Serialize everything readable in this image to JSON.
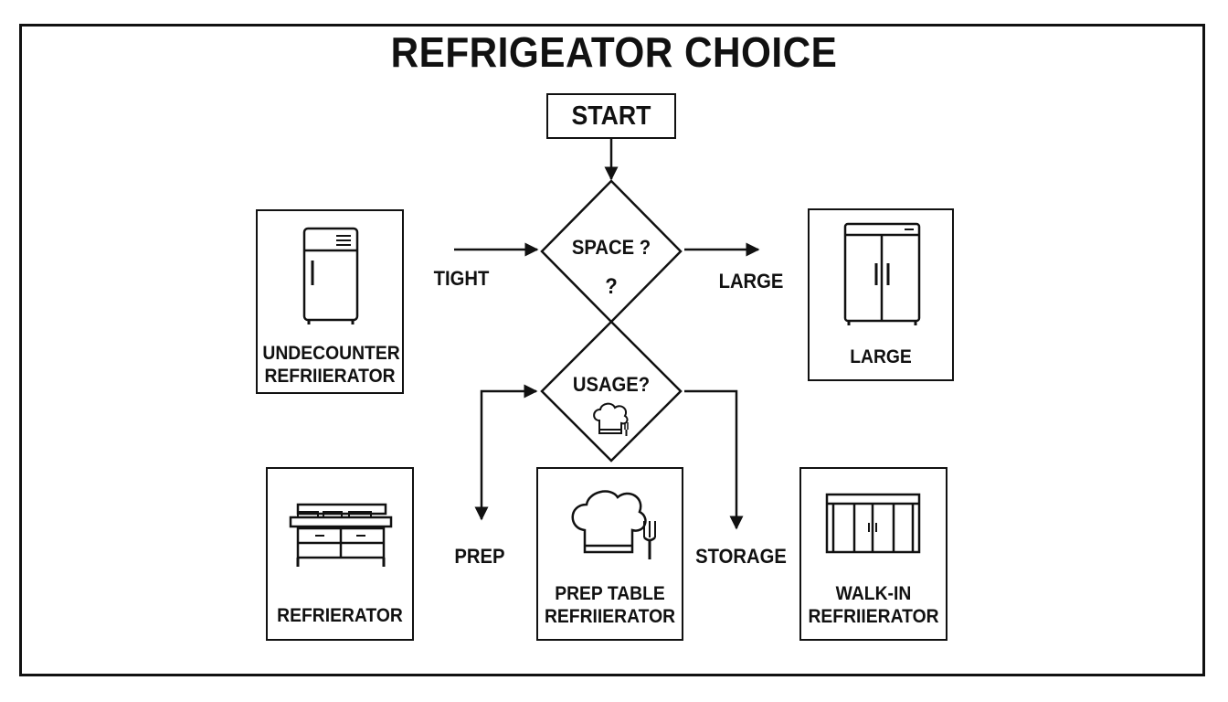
{
  "title": "REFRIGEATOR CHOICE",
  "start": "START",
  "decisions": {
    "space": {
      "label": "SPACE ?",
      "mark": "?"
    },
    "usage": {
      "label": "USAGE?"
    }
  },
  "edges": {
    "tight": "TIGHT",
    "large": "LARGE",
    "prep": "PREP",
    "storage": "STORAGE"
  },
  "outcomes": {
    "undercounter": {
      "line1": "UNDECOUNTER",
      "line2": "REFRIIERATOR",
      "icon": "undercounter-fridge-icon"
    },
    "large": {
      "line1": "LARGE",
      "icon": "double-door-fridge-icon"
    },
    "refrigerator": {
      "line1": "REFRIERATOR",
      "icon": "prep-table-counter-icon"
    },
    "prep_table": {
      "line1": "PREP TABLE",
      "line2": "REFRIIERATOR",
      "icon": "chef-hat-fork-icon"
    },
    "walk_in": {
      "line1": "WALK-IN",
      "line2": "REFRIIERATOR",
      "icon": "walk-in-cooler-icon"
    }
  },
  "colors": {
    "ink": "#111111",
    "background": "#ffffff"
  }
}
